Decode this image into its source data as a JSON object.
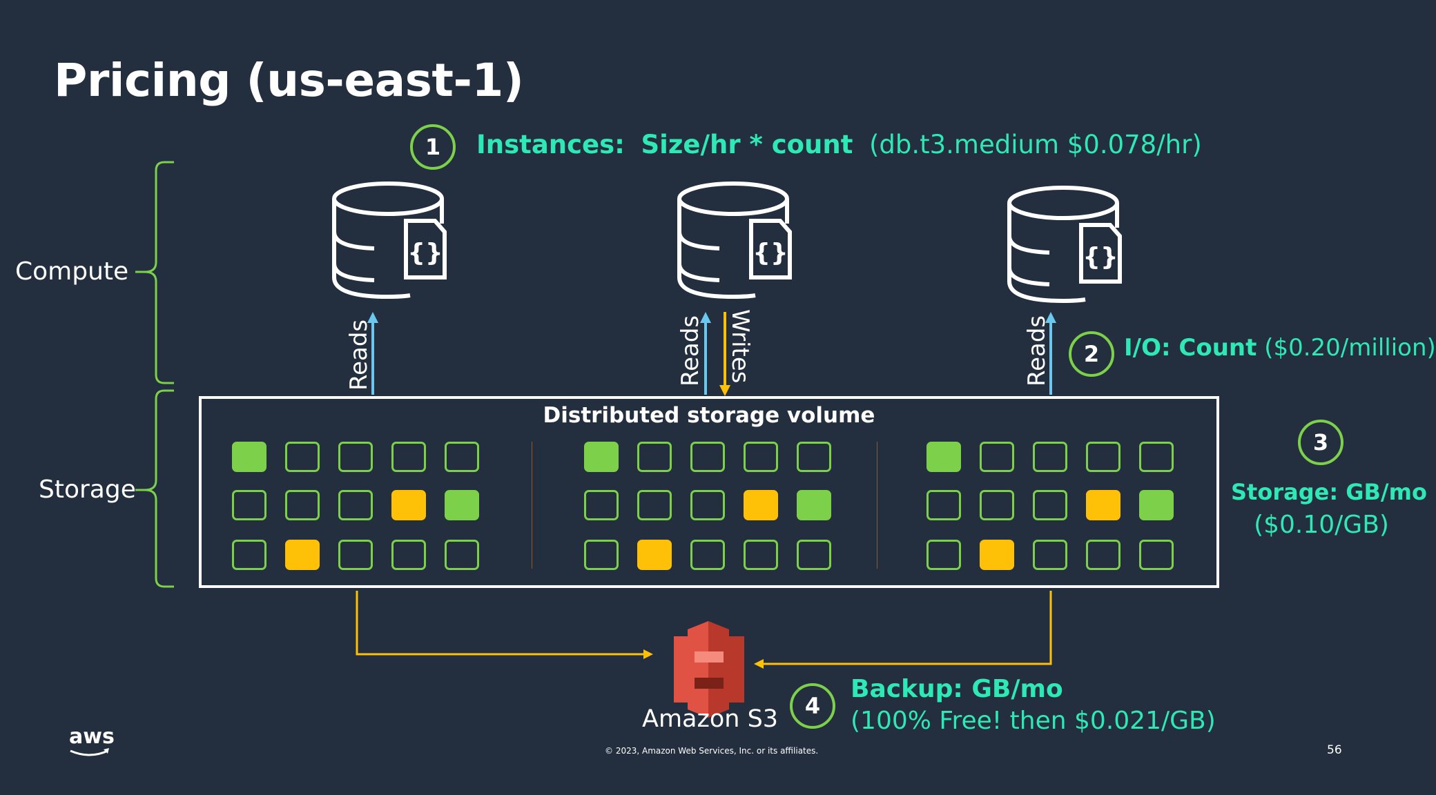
{
  "title": "Pricing (us-east-1)",
  "instances": {
    "number": "1",
    "label": "Instances:",
    "formula": "Size/hr * count",
    "detail": "(db.t3.medium $0.078/hr)"
  },
  "io": {
    "number": "2",
    "label": "I/O: Count",
    "detail": "($0.20/million)"
  },
  "storage": {
    "number": "3",
    "label": "Storage: GB/mo",
    "detail": "($0.10/GB)"
  },
  "backup": {
    "number": "4",
    "label": "Backup: GB/mo",
    "detail": "(100% Free! then $0.021/GB)"
  },
  "brackets": {
    "compute": "Compute",
    "storage": "Storage"
  },
  "arrows": {
    "reads": "Reads",
    "writes": "Writes"
  },
  "volume_title": "Distributed storage volume",
  "s3_label": "Amazon S3",
  "storage_grid": [
    [
      "g",
      "e",
      "e",
      "e",
      "e"
    ],
    [
      "e",
      "e",
      "e",
      "y",
      "g"
    ],
    [
      "e",
      "y",
      "e",
      "e",
      "e"
    ]
  ],
  "footer": {
    "copyright": "© 2023, Amazon Web Services, Inc. or its affiliates.",
    "page": "56",
    "logo": "aws"
  },
  "colors": {
    "background": "#232f3e",
    "accent_teal": "#2ee8b6",
    "green": "#7dd14a",
    "yellow": "#ffc107",
    "read_arrow": "#6cc7ee",
    "s3_red": "#e05243"
  }
}
